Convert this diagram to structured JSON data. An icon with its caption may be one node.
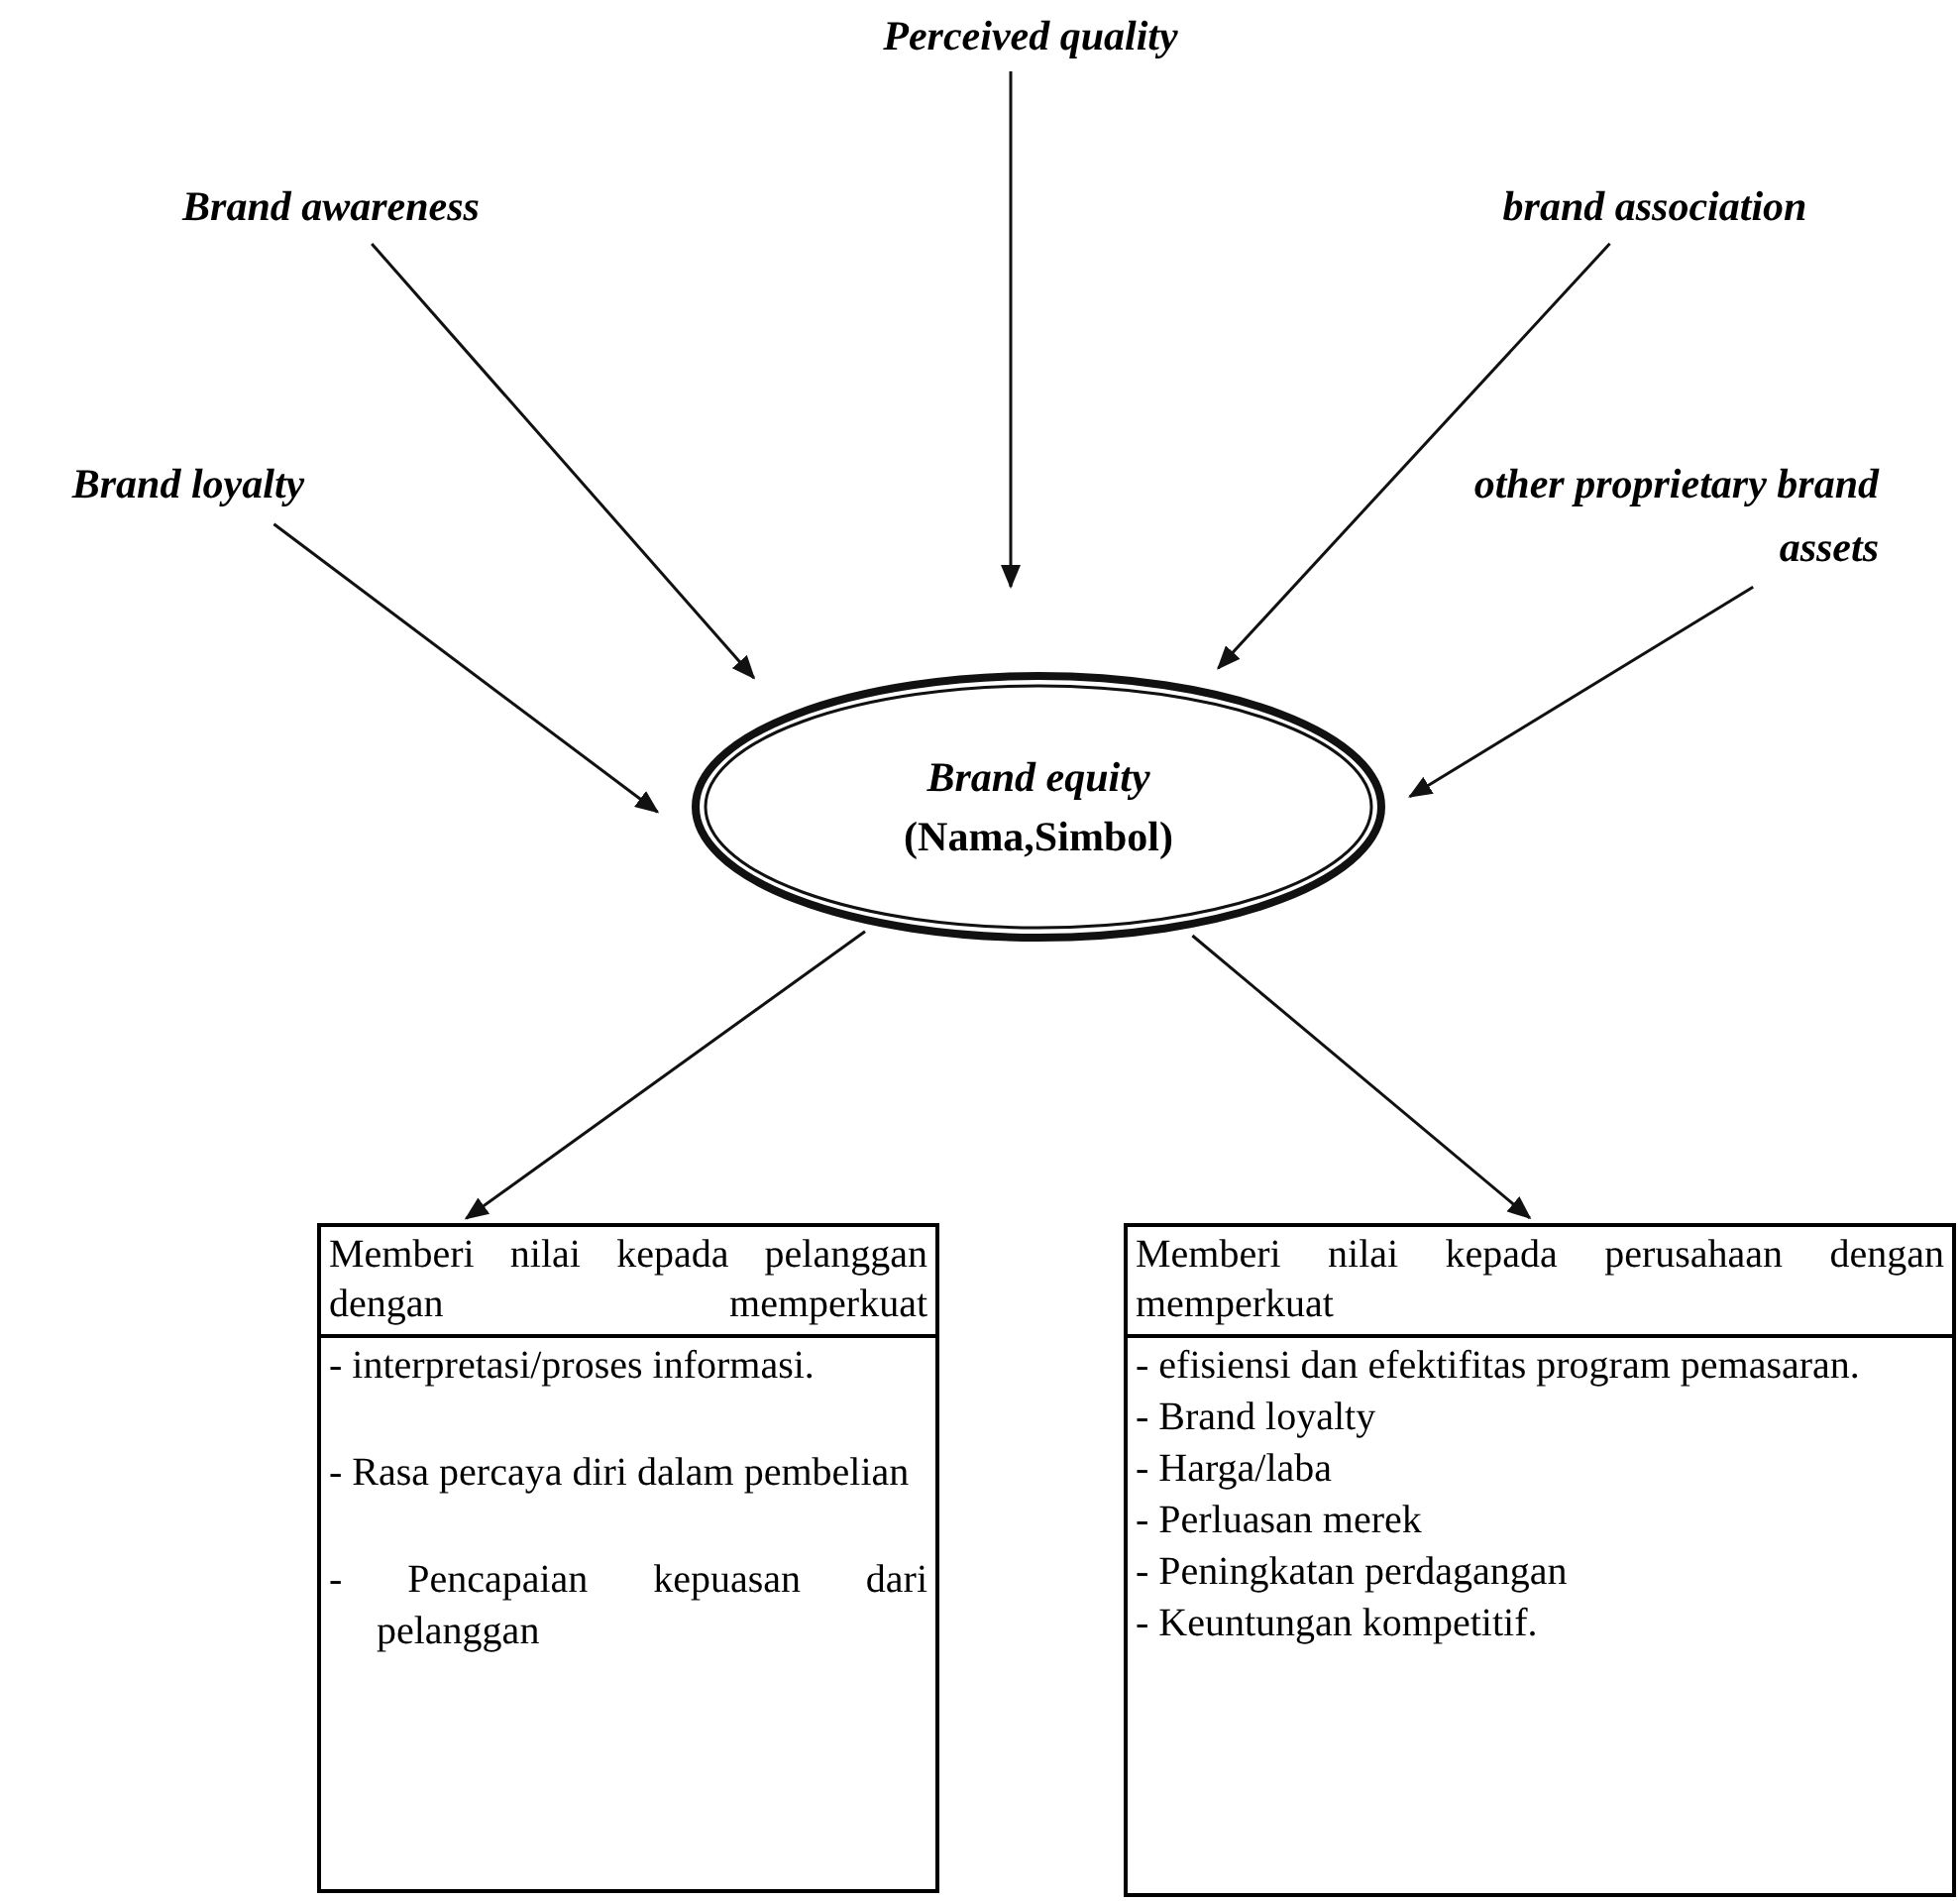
{
  "diagram": {
    "nodes": [
      {
        "text": [
          "Perceived quality"
        ]
      },
      {
        "text": [
          "Brand awareness"
        ]
      },
      {
        "text": [
          "brand association"
        ]
      },
      {
        "text": [
          "Brand loyalty"
        ]
      },
      {
        "text": [
          "other proprietary brand assets"
        ]
      },
      {
        "text": [
          "Brand equity",
          "(Nama,Simbol)"
        ]
      },
      {
        "text": [
          "Memberi nilai kepada pelanggan dengan memperkuat",
          "- interpretasi/proses informasi.",
          "- Rasa percaya diri dalam pembelian",
          "- Pencapaian kepuasan dari pelanggan"
        ]
      },
      {
        "text": [
          "Memberi nilai kepada perusahaan dengan memperkuat",
          "- efisiensi dan efektifitas program pemasaran.",
          "- Brand loyalty",
          "- Harga/laba",
          "- Perluasan merek",
          "- Peningkatan perdagangan",
          "- Keuntungan kompetitif."
        ]
      }
    ],
    "edges": [
      {
        "from": 0,
        "to": 5,
        "arrow": "to"
      },
      {
        "from": 1,
        "to": 5,
        "arrow": "to"
      },
      {
        "from": 2,
        "to": 5,
        "arrow": "to"
      },
      {
        "from": 3,
        "to": 5,
        "arrow": "to"
      },
      {
        "from": 4,
        "to": 5,
        "arrow": "to"
      },
      {
        "from": 5,
        "to": 6,
        "arrow": "to"
      },
      {
        "from": 5,
        "to": 7,
        "arrow": "to"
      }
    ]
  }
}
